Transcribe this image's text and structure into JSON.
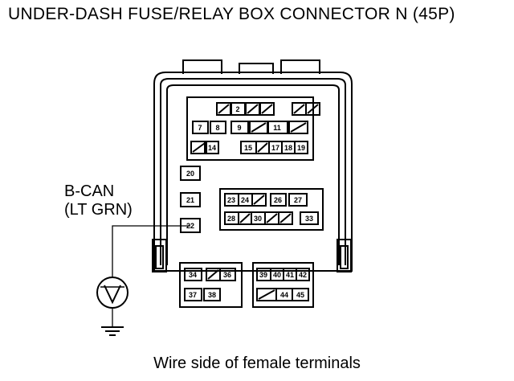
{
  "title": "UNDER-DASH FUSE/RELAY BOX CONNECTOR N (45P)",
  "signal": {
    "name": "B-CAN",
    "wire_color": "(LT GRN)",
    "terminal": "22"
  },
  "caption": "Wire side of female terminals",
  "meter_icon": "voltmeter-symbol",
  "ground_icon": "ground-symbol",
  "terminals": {
    "t2": "2",
    "t7": "7",
    "t8": "8",
    "t9": "9",
    "t11": "11",
    "t14": "14",
    "t15": "15",
    "t17": "17",
    "t18": "18",
    "t19": "19",
    "t20": "20",
    "t21": "21",
    "t22": "22",
    "t23": "23",
    "t24": "24",
    "t26": "26",
    "t27": "27",
    "t28": "28",
    "t30": "30",
    "t33": "33",
    "t34": "34",
    "t36": "36",
    "t37": "37",
    "t38": "38",
    "t39": "39",
    "t40": "40",
    "t41": "41",
    "t42": "42",
    "t44": "44",
    "t45": "45"
  }
}
